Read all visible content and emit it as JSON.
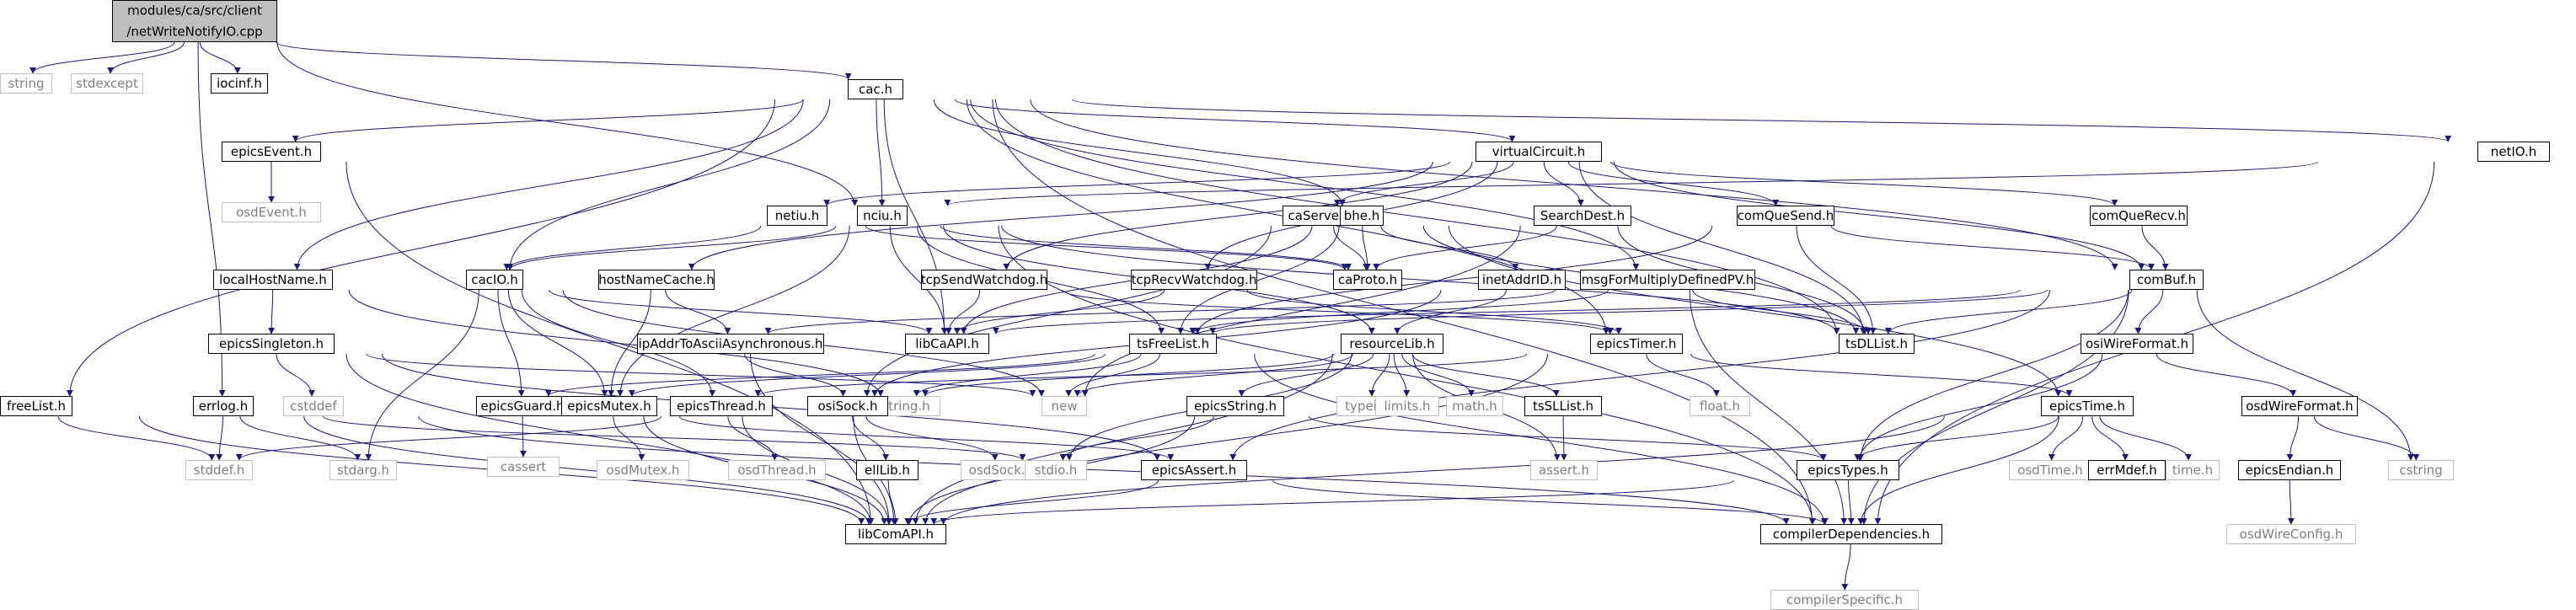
{
  "colors": {
    "edge": "#191970",
    "root_fill": "#bfbfbf",
    "node_border": "#000000",
    "missing_border": "#bfbfbf",
    "missing_text": "#7f7f7f",
    "text": "#000000"
  },
  "root": {
    "id": "root",
    "lines": [
      "modules/ca/src/client",
      "/netWriteNotifyIO.cpp"
    ]
  },
  "nodes": [
    {
      "id": "string",
      "label": "string",
      "missing": true
    },
    {
      "id": "stdexcept",
      "label": "stdexcept",
      "missing": true
    },
    {
      "id": "iocinf",
      "label": "iocinf.h"
    },
    {
      "id": "cac",
      "label": "cac.h"
    },
    {
      "id": "epicsEvent",
      "label": "epicsEvent.h"
    },
    {
      "id": "virtualCircuit",
      "label": "virtualCircuit.h"
    },
    {
      "id": "netIO",
      "label": "netIO.h"
    },
    {
      "id": "osdEvent",
      "label": "osdEvent.h",
      "missing": true
    },
    {
      "id": "netiu",
      "label": "netiu.h"
    },
    {
      "id": "nciu",
      "label": "nciu.h"
    },
    {
      "id": "caServerID",
      "label": "caServerID.h"
    },
    {
      "id": "bhe",
      "label": "bhe.h"
    },
    {
      "id": "SearchDest",
      "label": "SearchDest.h"
    },
    {
      "id": "comQueSend",
      "label": "comQueSend.h"
    },
    {
      "id": "comQueRecv",
      "label": "comQueRecv.h"
    },
    {
      "id": "localHostName",
      "label": "localHostName.h"
    },
    {
      "id": "cacIO",
      "label": "cacIO.h"
    },
    {
      "id": "hostNameCache",
      "label": "hostNameCache.h"
    },
    {
      "id": "tcpSendWatchdog",
      "label": "tcpSendWatchdog.h"
    },
    {
      "id": "tcpRecvWatchdog",
      "label": "tcpRecvWatchdog.h"
    },
    {
      "id": "caProto",
      "label": "caProto.h"
    },
    {
      "id": "inetAddrID",
      "label": "inetAddrID.h"
    },
    {
      "id": "msgForMultiplyDefinedPV",
      "label": "msgForMultiplyDefinedPV.h"
    },
    {
      "id": "comBuf",
      "label": "comBuf.h"
    },
    {
      "id": "epicsSingleton",
      "label": "epicsSingleton.h"
    },
    {
      "id": "ipAddrToAsciiAsynchronous",
      "label": "ipAddrToAsciiAsynchronous.h"
    },
    {
      "id": "libCaAPI",
      "label": "libCaAPI.h"
    },
    {
      "id": "tsFreeList",
      "label": "tsFreeList.h"
    },
    {
      "id": "resourceLib",
      "label": "resourceLib.h"
    },
    {
      "id": "epicsTimer",
      "label": "epicsTimer.h"
    },
    {
      "id": "tsDLList",
      "label": "tsDLList.h"
    },
    {
      "id": "osiWireFormat",
      "label": "osiWireFormat.h"
    },
    {
      "id": "freeList",
      "label": "freeList.h"
    },
    {
      "id": "errlog",
      "label": "errlog.h"
    },
    {
      "id": "cstddef",
      "label": "cstddef",
      "missing": true
    },
    {
      "id": "epicsGuard",
      "label": "epicsGuard.h"
    },
    {
      "id": "epicsMutex",
      "label": "epicsMutex.h"
    },
    {
      "id": "epicsThread",
      "label": "epicsThread.h"
    },
    {
      "id": "stringh",
      "label": "string.h",
      "missing": true
    },
    {
      "id": "new",
      "label": "new",
      "missing": true
    },
    {
      "id": "osiSock",
      "label": "osiSock.h"
    },
    {
      "id": "epicsString",
      "label": "epicsString.h"
    },
    {
      "id": "typeinfo",
      "label": "typeinfo",
      "missing": true
    },
    {
      "id": "limits",
      "label": "limits.h",
      "missing": true
    },
    {
      "id": "math",
      "label": "math.h",
      "missing": true
    },
    {
      "id": "tsSLList",
      "label": "tsSLList.h"
    },
    {
      "id": "float",
      "label": "float.h",
      "missing": true
    },
    {
      "id": "epicsTime",
      "label": "epicsTime.h"
    },
    {
      "id": "osdWireFormat",
      "label": "osdWireFormat.h"
    },
    {
      "id": "cassert",
      "label": "cassert",
      "missing": true
    },
    {
      "id": "stddef",
      "label": "stddef.h",
      "missing": true
    },
    {
      "id": "stdarg",
      "label": "stdarg.h",
      "missing": true
    },
    {
      "id": "osdMutex",
      "label": "osdMutex.h",
      "missing": true
    },
    {
      "id": "osdThread",
      "label": "osdThread.h",
      "missing": true
    },
    {
      "id": "ellLib",
      "label": "ellLib.h"
    },
    {
      "id": "osdSock",
      "label": "osdSock.h",
      "missing": true
    },
    {
      "id": "stdio",
      "label": "stdio.h",
      "missing": true
    },
    {
      "id": "epicsAssert",
      "label": "epicsAssert.h"
    },
    {
      "id": "assert",
      "label": "assert.h",
      "missing": true
    },
    {
      "id": "epicsTypes",
      "label": "epicsTypes.h"
    },
    {
      "id": "osdTime",
      "label": "osdTime.h",
      "missing": true
    },
    {
      "id": "errMdef",
      "label": "errMdef.h"
    },
    {
      "id": "time",
      "label": "time.h",
      "missing": true
    },
    {
      "id": "cstring",
      "label": "cstring",
      "missing": true
    },
    {
      "id": "epicsEndian",
      "label": "epicsEndian.h"
    },
    {
      "id": "libComAPI",
      "label": "libComAPI.h"
    },
    {
      "id": "compilerDependencies",
      "label": "compilerDependencies.h"
    },
    {
      "id": "osdWireConfig",
      "label": "osdWireConfig.h",
      "missing": true
    },
    {
      "id": "compilerSpecific",
      "label": "compilerSpecific.h",
      "missing": true
    }
  ]
}
